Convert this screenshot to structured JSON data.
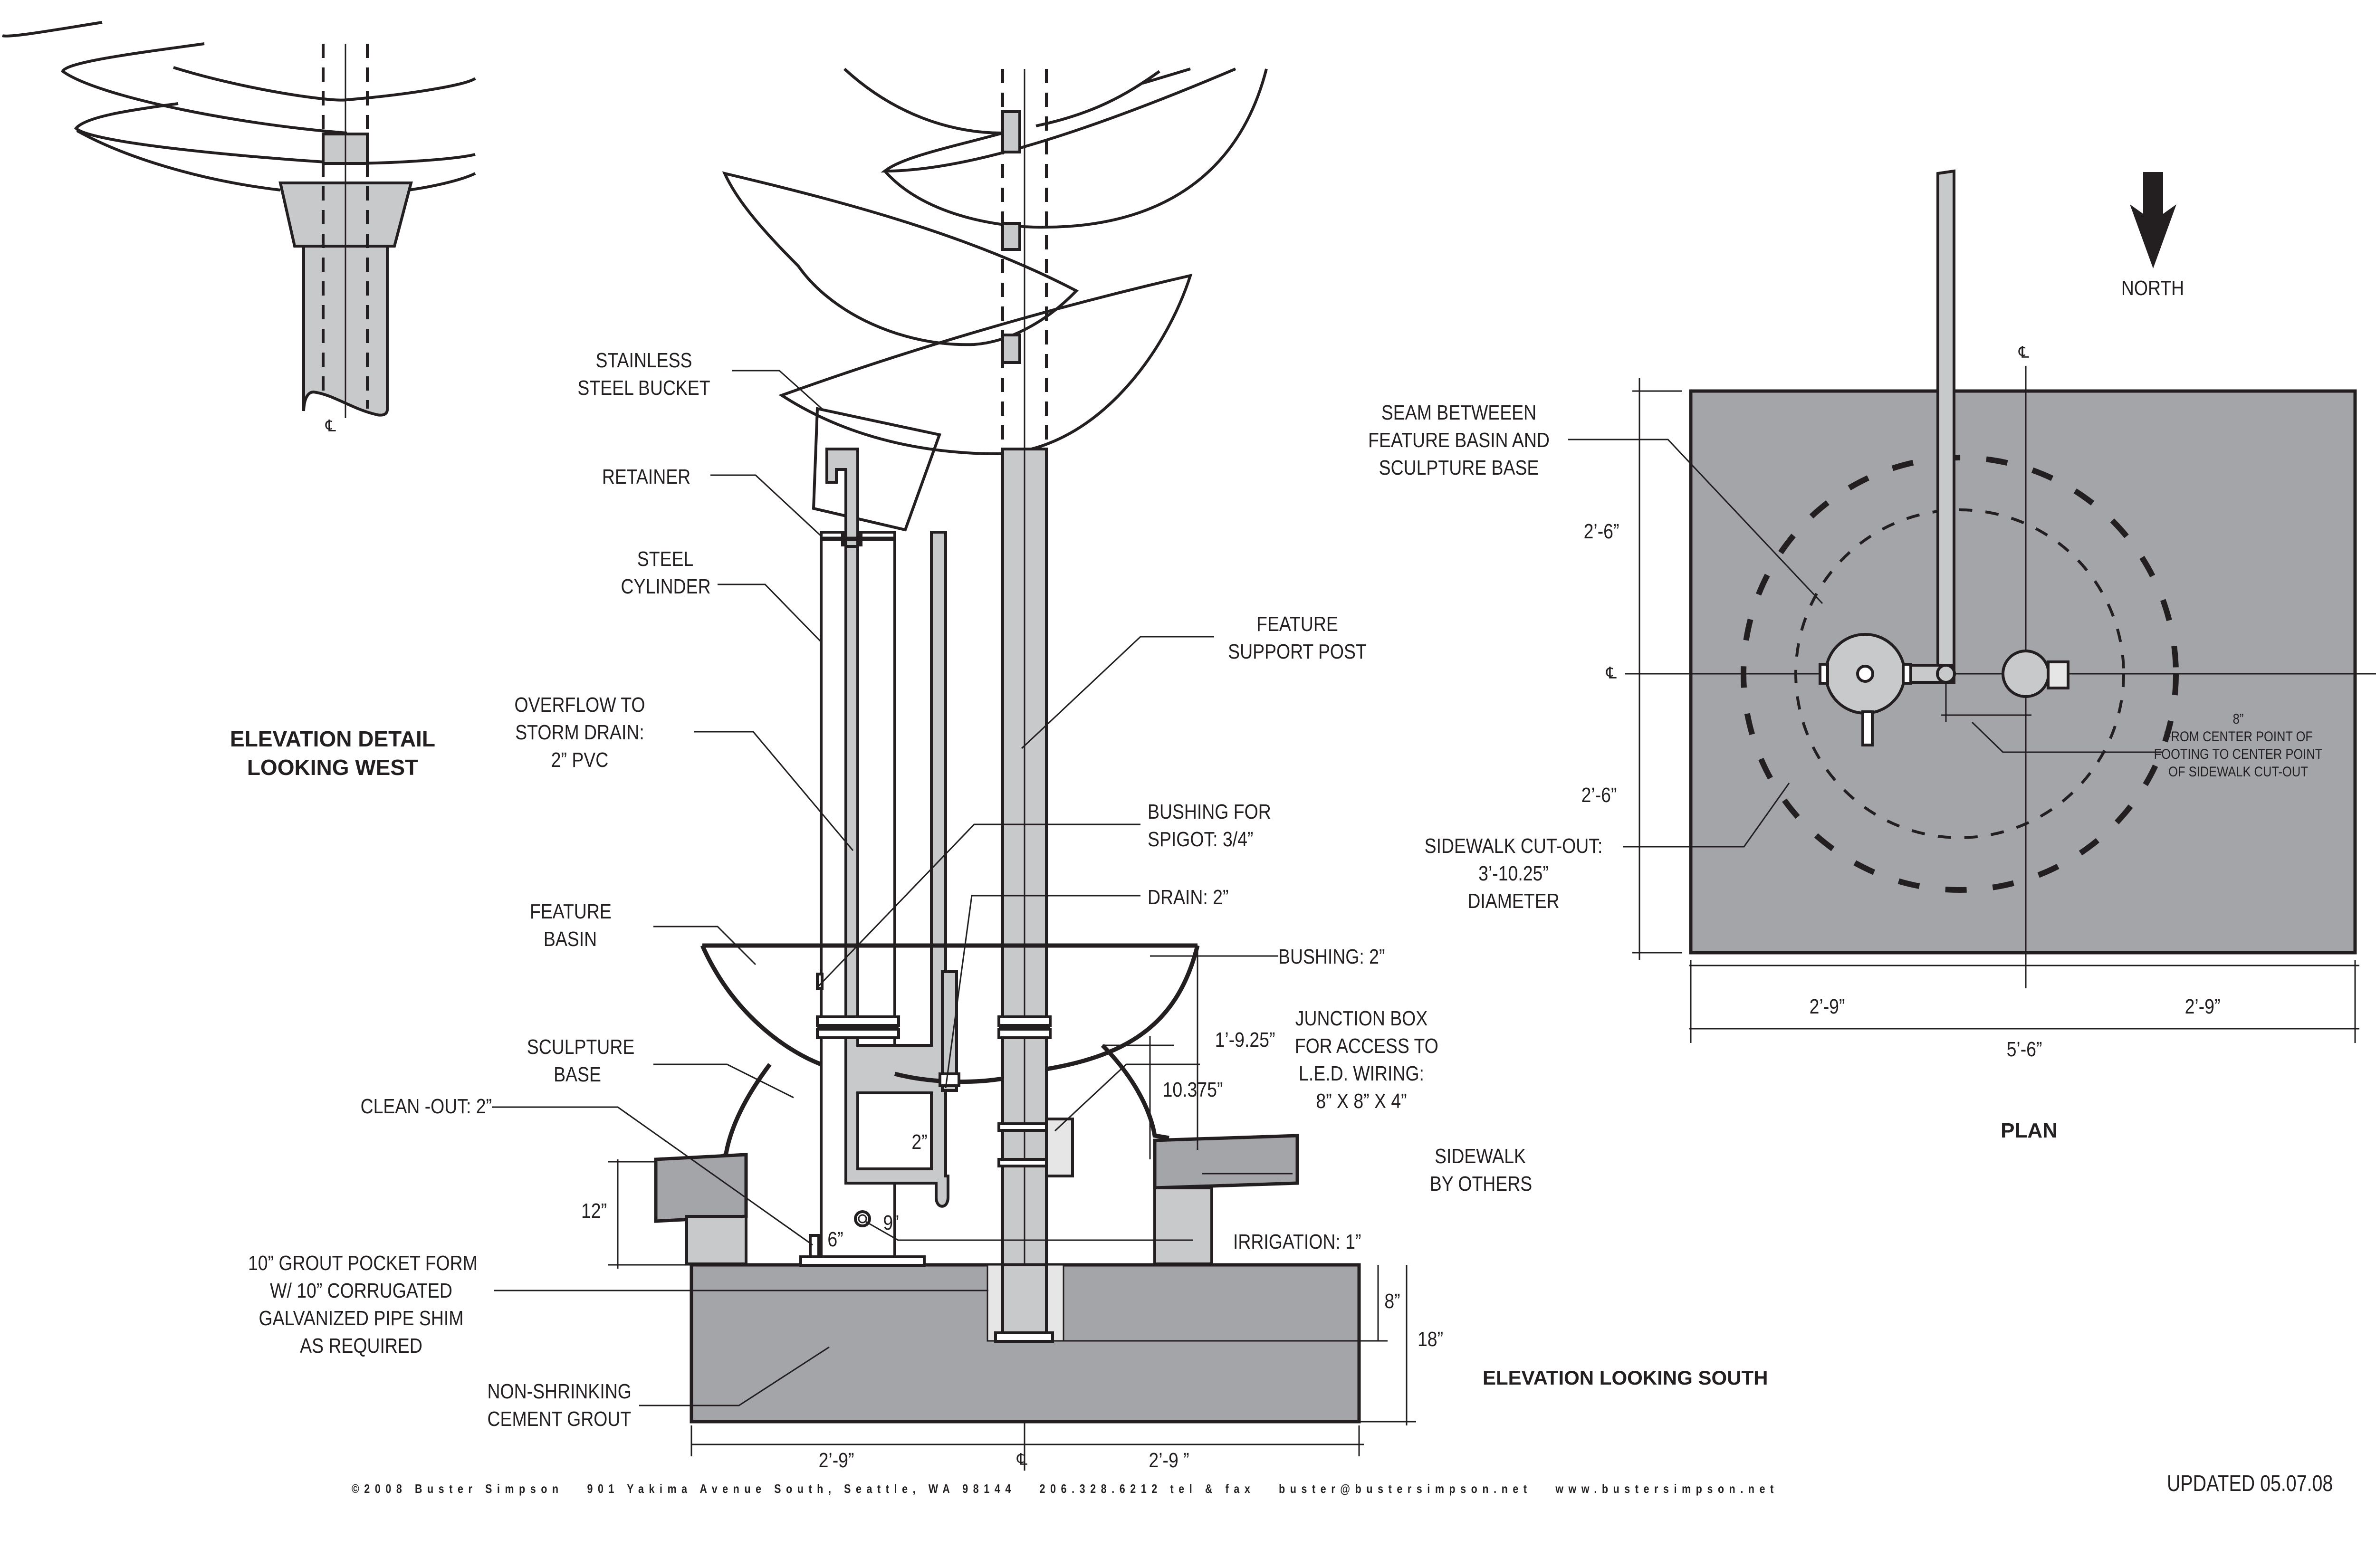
{
  "document": {
    "type": "architectural drawing sheet",
    "fill_colors": {
      "steel": "#c8c9cb",
      "concrete": "#a4a5a8",
      "line": "#231f20",
      "background": "#ffffff"
    }
  },
  "views": {
    "elevation_west": {
      "title": "ELEVATION DETAIL\nLOOKING WEST",
      "centerline": "℄"
    },
    "elevation_south": {
      "title": "ELEVATION LOOKING SOUTH",
      "centerline": "℄",
      "callouts": {
        "bucket": "STAINLESS\nSTEEL BUCKET",
        "retainer": "RETAINER",
        "cylinder": "STEEL\nCYLINDER",
        "overflow": "OVERFLOW TO\nSTORM DRAIN:\n2” PVC",
        "basin": "FEATURE\nBASIN",
        "sculpture_base": "SCULPTURE\nBASE",
        "clean_out": "CLEAN -OUT: 2”",
        "grout_pocket": "10” GROUT POCKET FORM\nW/ 10” CORRUGATED\nGALVANIZED PIPE SHIM\nAS REQUIRED",
        "grout": "NON-SHRINKING\nCEMENT GROUT",
        "support_post": "FEATURE\nSUPPORT POST",
        "spigot_bushing": "BUSHING FOR\nSPIGOT: 3/4”",
        "drain": "DRAIN: 2”",
        "bushing": "BUSHING: 2”",
        "junction_box": "JUNCTION BOX\nFOR ACCESS TO\nL.E.D. WIRING:\n8” X 8” X 4”",
        "sidewalk": "SIDEWALK\nBY OTHERS",
        "irrigation": "IRRIGATION: 1”"
      },
      "dimensions": {
        "basin_height": "1’-9.25”",
        "base_height": "10.375”",
        "curb_height": "12”",
        "drain_offset": "2”",
        "cleanout_height": "6”",
        "irrigation_height": "9”",
        "pocket_depth": "8”",
        "footing_depth": "18”",
        "footing_left": "2’-9”",
        "footing_right": "2’-9 ”"
      }
    },
    "plan": {
      "title": "PLAN",
      "north_label": "NORTH",
      "centerline": "℄",
      "callouts": {
        "seam": "SEAM BETWEEEN\nFEATURE BASIN AND\nSCULPTURE BASE",
        "cutout": "SIDEWALK CUT-OUT:\n3’-10.25”\nDIAMETER",
        "offset_note": "8”\nFROM CENTER POINT OF\nFOOTING TO CENTER POINT\nOF SIDEWALK CUT-OUT"
      },
      "dimensions": {
        "north_half": "2’-6”",
        "south_half": "2’-6”",
        "west_half": "2’-9”",
        "east_half": "2’-9”",
        "total_width": "5’-6”"
      }
    }
  },
  "footer": {
    "credits": "©2008 Buster Simpson   901 Yakima Avenue South, Seattle, WA 98144   206.328.6212 tel & fax   buster@bustersimpson.net   www.bustersimpson.net",
    "updated": "UPDATED 05.07.08"
  }
}
